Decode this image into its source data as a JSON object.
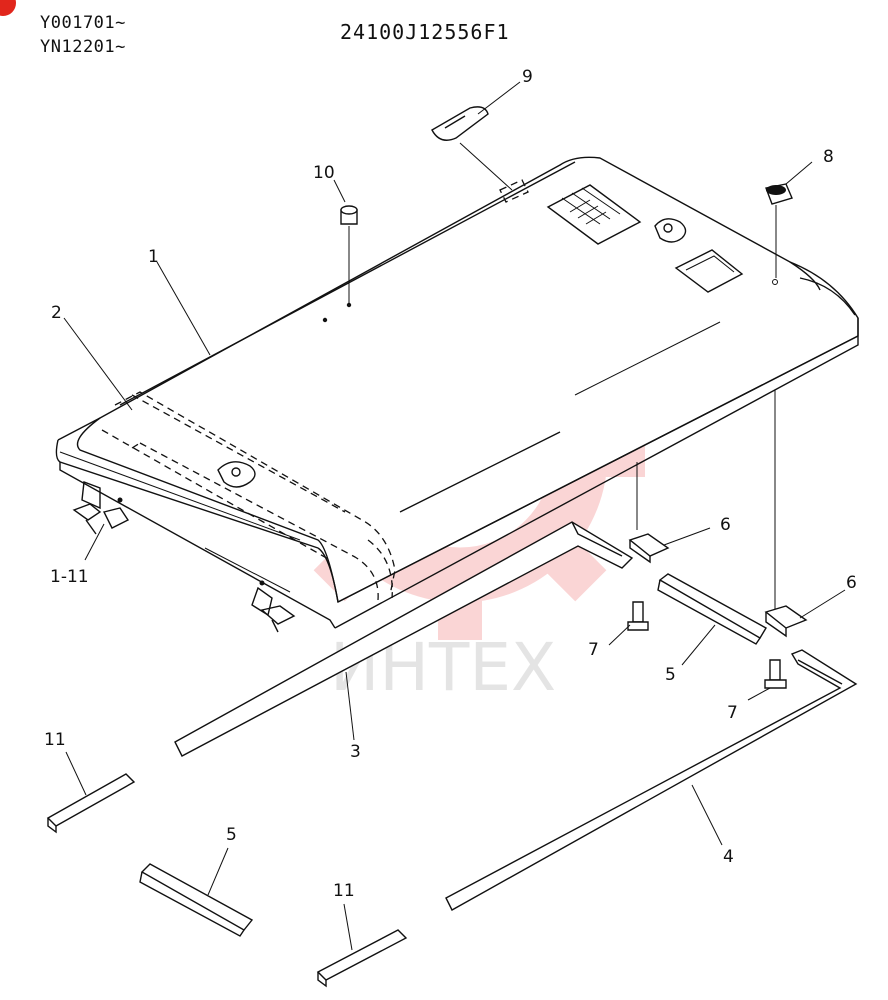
{
  "header": {
    "serial_range_1": "Y001701~",
    "serial_range_2": "YN12201~",
    "part_number": "24100J12556F1"
  },
  "watermark": {
    "text": "ИНТЕХ",
    "color": "#f28a8a"
  },
  "callouts": {
    "c1": "1",
    "c2": "2",
    "c3": "3",
    "c4": "4",
    "c5a": "5",
    "c5b": "5",
    "c6a": "6",
    "c6b": "6",
    "c7a": "7",
    "c7b": "7",
    "c8": "8",
    "c9": "9",
    "c10": "10",
    "c11a": "11",
    "c11b": "11",
    "c1_11": "1-11"
  }
}
